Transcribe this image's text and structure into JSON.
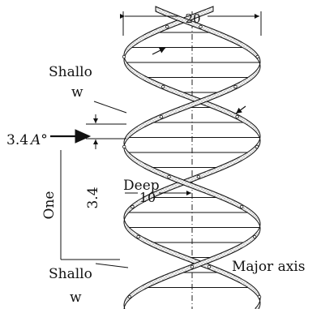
{
  "labels": {
    "width_20": "20",
    "shallow_top_line1": "Shallo",
    "shallow_top_line2": "w",
    "spacing_value": "3.4",
    "angstrom": "A°",
    "rise": "3.4",
    "turn": "One",
    "deep": "Deep",
    "deep_10": "10",
    "shallow_bottom_line1": "Shallo",
    "shallow_bottom_line2": "w",
    "major_axis": "Major axis"
  }
}
